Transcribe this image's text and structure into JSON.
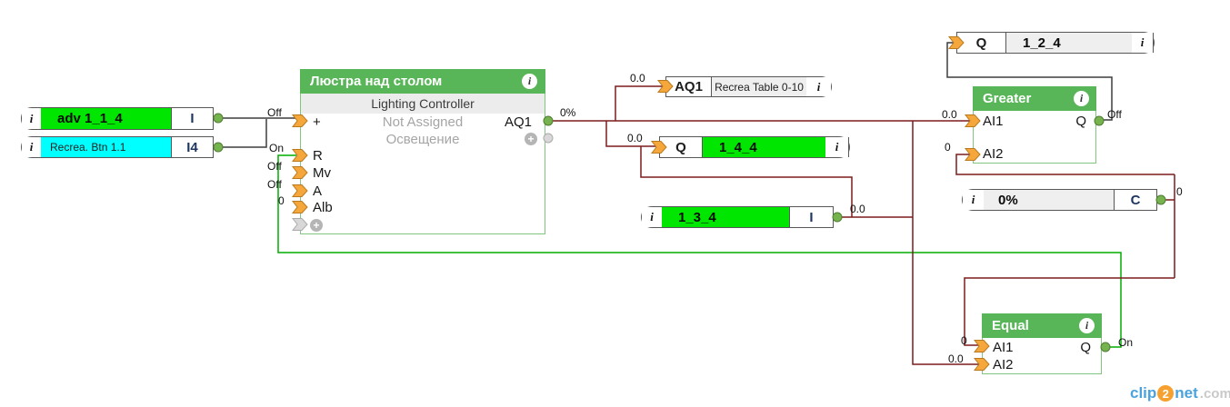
{
  "icons": {
    "info": "i",
    "plus": "+"
  },
  "colors": {
    "block_green": "#58b658",
    "bright_green": "#00e600",
    "cyan": "#00ffff",
    "light_gray": "#efefef",
    "wire_analog": "#7b1b1b",
    "wire_active": "#00ad00",
    "wire_neutral": "#3d3d3d",
    "port_orange": "#f5a73b",
    "port_orange_border": "#b97a1e",
    "connector_green": "#76b34e",
    "connector_green_border": "#4f7d33",
    "connector_gray": "#d8d8d8",
    "connector_gray_border": "#ababab"
  },
  "sources": {
    "adv": {
      "label": "adv 1_1_4",
      "port": "I"
    },
    "recrea_btn": {
      "label": "Recrea. Btn 1.1",
      "port": "I4"
    },
    "input_1_3_4": {
      "label": "1_3_4",
      "port": "I",
      "value": "0.0"
    },
    "const_zero": {
      "label": "0%",
      "port": "C",
      "value": "0"
    }
  },
  "sinks": {
    "q_1_2_4": {
      "port": "Q",
      "label": "1_2_4"
    },
    "recrea_table": {
      "port": "AQ1",
      "label": "Recrea Table 0-10",
      "value": "0.0"
    },
    "q_1_4_4": {
      "port": "Q",
      "label": "1_4_4",
      "value": "0.0"
    }
  },
  "controller": {
    "title": "Люстра над столом",
    "type_label": "Lighting Controller",
    "assigned_label": "Not Assigned",
    "category_label": "Освещение",
    "output_name": "AQ1",
    "output_value": "0%",
    "inputs": [
      {
        "name": "+",
        "value": "Off"
      },
      {
        "name": "R",
        "value": "On"
      },
      {
        "name": "Mv",
        "value": "Off"
      },
      {
        "name": "A",
        "value": "Off"
      },
      {
        "name": "Alb",
        "value": "0"
      }
    ]
  },
  "greater": {
    "title": "Greater",
    "inputs": [
      {
        "name": "AI1",
        "value": "0.0"
      },
      {
        "name": "AI2",
        "value": "0"
      }
    ],
    "output": {
      "name": "Q",
      "value": "Off"
    }
  },
  "equal": {
    "title": "Equal",
    "inputs": [
      {
        "name": "AI1",
        "value": "0"
      },
      {
        "name": "AI2",
        "value": "0.0"
      }
    ],
    "output": {
      "name": "Q",
      "value": "On"
    }
  },
  "watermark": {
    "p1": "clip",
    "p2": "2",
    "p3": "net",
    "p4": ".com"
  }
}
